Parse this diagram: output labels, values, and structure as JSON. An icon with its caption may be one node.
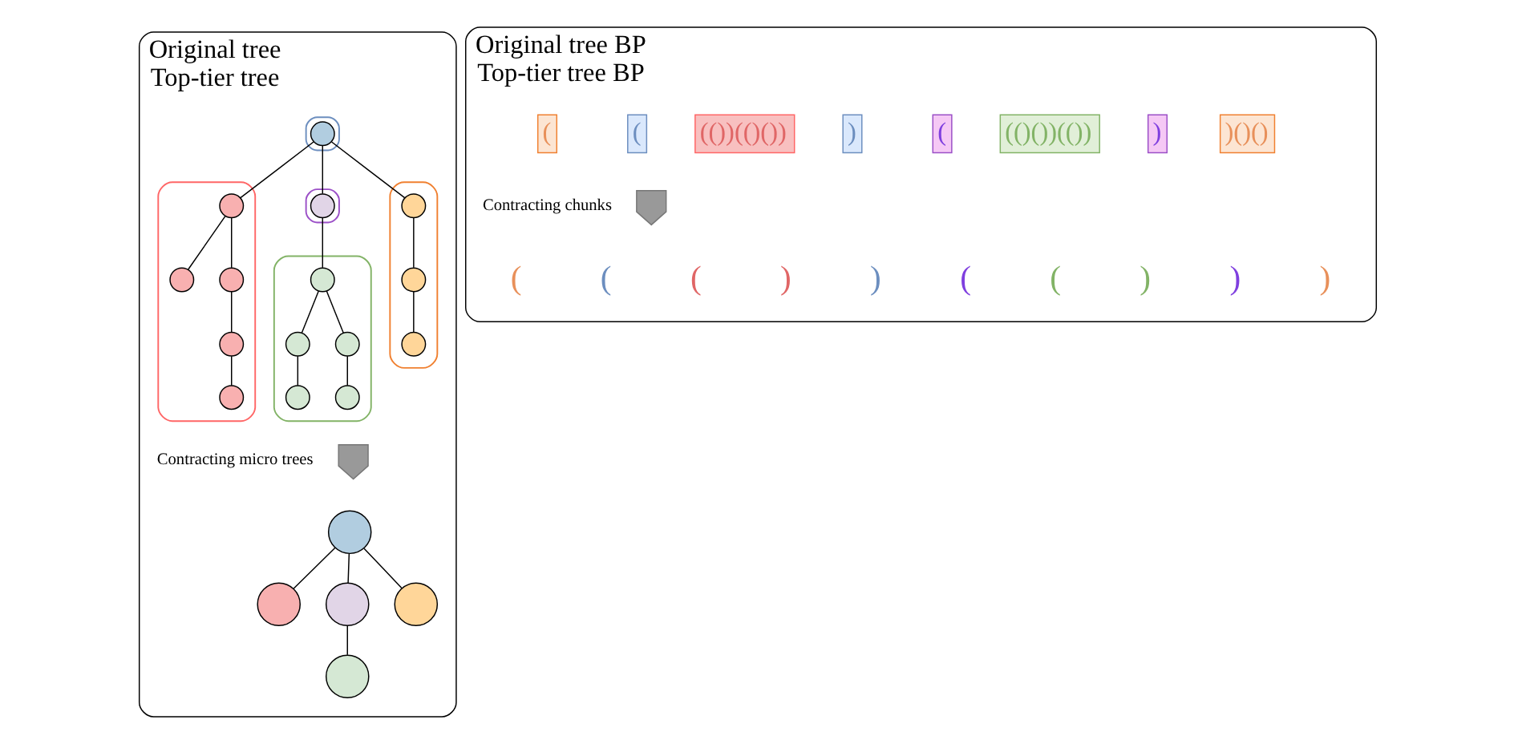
{
  "diagram": {
    "nodes": [
      {
        "text": [
          "Original tree",
          "Top-tier tree"
        ]
      },
      {
        "text": [],
        "shape": "oval",
        "in": 0
      },
      {
        "text": [],
        "shape": "circle",
        "in": 0
      },
      {
        "text": [],
        "shape": "circle",
        "in": 0
      },
      {
        "text": [],
        "shape": "oval",
        "in": 0
      },
      {
        "text": [],
        "shape": "oval",
        "in": 0
      },
      {
        "text": [],
        "shape": "circle",
        "in": 2
      },
      {
        "text": [],
        "shape": "circle",
        "in": 1
      },
      {
        "text": [],
        "shape": "circle",
        "in": 1
      },
      {
        "text": [],
        "shape": "circle",
        "in": 1
      },
      {
        "text": [],
        "shape": "circle",
        "in": 3
      },
      {
        "text": [],
        "shape": "circle",
        "in": 4
      },
      {
        "text": [],
        "shape": "circle",
        "in": 4
      },
      {
        "text": [],
        "shape": "circle",
        "in": 4
      },
      {
        "text": [],
        "shape": "circle",
        "in": 4
      },
      {
        "text": [],
        "shape": "circle",
        "in": 4
      },
      {
        "text": [],
        "shape": "circle",
        "in": 5
      },
      {
        "text": [],
        "shape": "circle",
        "in": 5
      },
      {
        "text": [],
        "shape": "circle",
        "in": 5
      },
      {
        "text": [],
        "shape": "circle",
        "in": 5
      },
      {
        "text": [],
        "shape": "circle",
        "in": 5
      },
      {
        "text": [],
        "shape": "circle",
        "in": 0
      },
      {
        "text": [],
        "shape": "circle",
        "in": 0
      },
      {
        "text": [],
        "shape": "circle",
        "in": 0
      },
      {
        "text": [],
        "shape": "circle",
        "in": 0
      },
      {
        "text": [],
        "shape": "circle",
        "in": 0
      },
      {
        "text": [
          "Original tree BP",
          "Top-tier tree BP"
        ]
      },
      {
        "text": [],
        "shape": "arrow",
        "in": 0
      },
      {
        "text": [],
        "shape": "arrow",
        "in": 26
      }
    ],
    "edges": [
      {
        "from": 6,
        "to": 7,
        "arrow": "none"
      },
      {
        "from": 7,
        "to": 8,
        "arrow": "none"
      },
      {
        "from": 8,
        "to": 9,
        "arrow": "none"
      },
      {
        "from": 6,
        "to": 11,
        "arrow": "none"
      },
      {
        "from": 6,
        "to": 10,
        "arrow": "none"
      },
      {
        "from": 10,
        "to": 16,
        "arrow": "none"
      },
      {
        "from": 11,
        "to": 12,
        "arrow": "none"
      },
      {
        "from": 11,
        "to": 13,
        "arrow": "none"
      },
      {
        "from": 13,
        "to": 14,
        "arrow": "none"
      },
      {
        "from": 14,
        "to": 15,
        "arrow": "none"
      },
      {
        "from": 16,
        "to": 17,
        "arrow": "none"
      },
      {
        "from": 16,
        "to": 18,
        "arrow": "none"
      },
      {
        "from": 17,
        "to": 19,
        "arrow": "none"
      },
      {
        "from": 18,
        "to": 20,
        "arrow": "none"
      },
      {
        "from": 22,
        "to": 21,
        "arrow": "none"
      },
      {
        "from": 22,
        "to": 23,
        "arrow": "none"
      },
      {
        "from": 22,
        "to": 24,
        "arrow": "none"
      },
      {
        "from": 24,
        "to": 25,
        "arrow": "none"
      }
    ],
    "labels": [
      "(",
      "(",
      "(())(()())",
      ")",
      "(",
      "(()())(())",
      ")",
      ")()()",
      "Contracting micro trees",
      "Contracting chunks",
      "(",
      "(",
      "(",
      ")",
      ")",
      "(",
      "(",
      ")",
      ")",
      ")"
    ]
  }
}
